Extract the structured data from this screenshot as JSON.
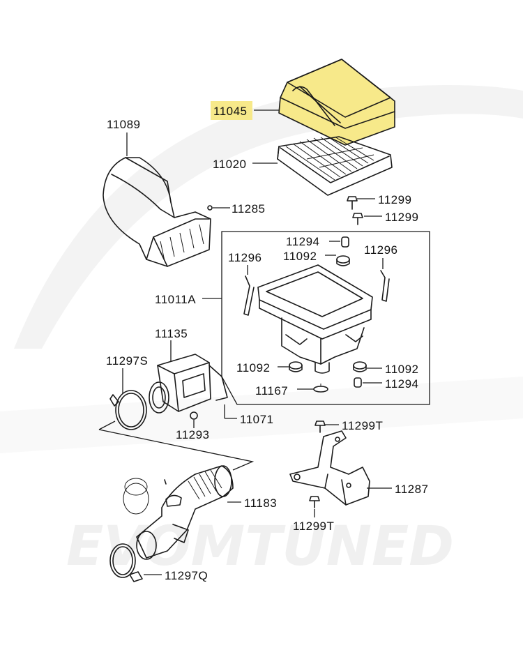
{
  "watermark": {
    "text": "EVOMTUNED"
  },
  "highlight": {
    "color": "#f7e98a",
    "part": "11045"
  },
  "labels": {
    "p11045": "11045",
    "p11020": "11020",
    "p11089": "11089",
    "p11285": "11285",
    "p11299a": "11299",
    "p11299b": "11299",
    "p11294a": "11294",
    "p11092a": "11092",
    "p11296a": "11296",
    "p11296b": "11296",
    "p11011A": "11011A",
    "p11135": "11135",
    "p11297S": "11297S",
    "p11092b": "11092",
    "p11092c": "11092",
    "p11294b": "11294",
    "p11167": "11167",
    "p11071": "11071",
    "p11293": "11293",
    "p11299T_a": "11299T",
    "p11287": "11287",
    "p11183": "11183",
    "p11299T_b": "11299T",
    "p11297Q": "11297Q"
  }
}
